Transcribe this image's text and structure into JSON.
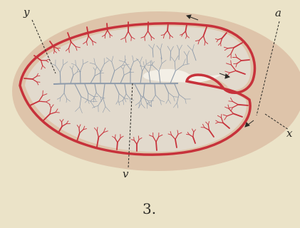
{
  "figure": {
    "number": "3.",
    "labels": {
      "y": "y",
      "a": "a",
      "x": "x",
      "v": "v"
    }
  },
  "colors": {
    "paper": "#ebe3c8",
    "halo": "#d9b9a0",
    "interior": "#e2ddd0",
    "artery": "#c7323b",
    "vein": "#8d9aaa",
    "ink": "#2b2a26"
  }
}
